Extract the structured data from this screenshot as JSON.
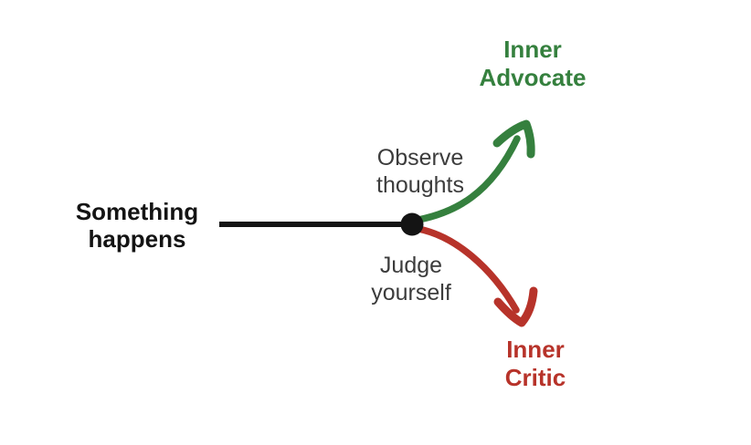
{
  "colors": {
    "background": "#FFFFFF",
    "green": "#35803E",
    "red": "#B7332A",
    "black": "#141414",
    "gray": "#3C3C3C"
  },
  "event": {
    "line1": "Something",
    "line2": "happens"
  },
  "advocate_branch": {
    "action_line1": "Observe",
    "action_line2": "thoughts",
    "outcome_line1": "Inner",
    "outcome_line2": "Advocate"
  },
  "critic_branch": {
    "action_line1": "Judge",
    "action_line2": "yourself",
    "outcome_line1": "Inner",
    "outcome_line2": "Critic"
  }
}
